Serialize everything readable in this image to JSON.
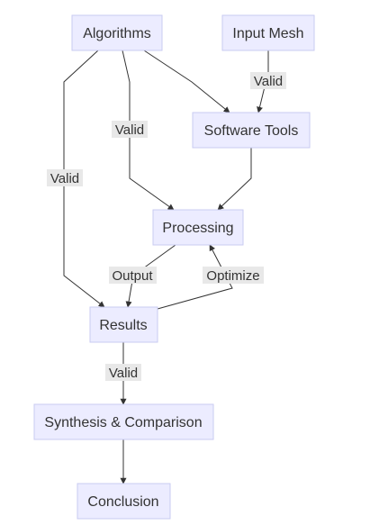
{
  "nodes": {
    "algorithms": "Algorithms",
    "input_mesh": "Input Mesh",
    "software_tools": "Software Tools",
    "processing": "Processing",
    "results": "Results",
    "synthesis": "Synthesis & Comparison",
    "conclusion": "Conclusion"
  },
  "edge_labels": {
    "input_to_software": "Valid",
    "algorithms_to_processing": "Valid",
    "algorithms_to_results": "Valid",
    "processing_to_results": "Output",
    "results_to_processing": "Optimize",
    "results_to_synthesis": "Valid"
  },
  "colors": {
    "node_fill": "#ececff",
    "node_stroke": "#c9cbf2",
    "edge": "#333333",
    "label_bg": "#e8e8e8"
  }
}
